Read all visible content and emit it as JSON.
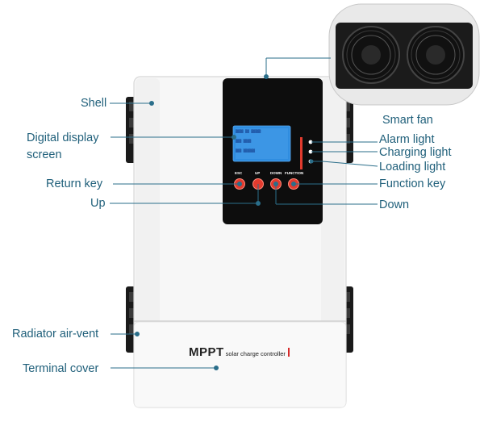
{
  "labels": {
    "shell": "Shell",
    "display_line1": "Digital display",
    "display_line2": "screen",
    "return_key": "Return key",
    "up": "Up",
    "radiator": "Radiator air-vent",
    "terminal": "Terminal cover",
    "smart_fan": "Smart fan",
    "alarm": "Alarm light",
    "charging": "Charging light",
    "loading": "Loading light",
    "function_key": "Function key",
    "down": "Down"
  },
  "keys": [
    "ESC",
    "UP",
    "DOWN",
    "FUNCTION"
  ],
  "brand": {
    "name": "MPPT",
    "subtitle": "solar charge controller"
  },
  "colors": {
    "label": "#1f5f7a",
    "leader": "#2a6e8a",
    "key_red": "#e23b2e",
    "panel": "#0d0d0d",
    "lcd": "#2f8de0"
  }
}
